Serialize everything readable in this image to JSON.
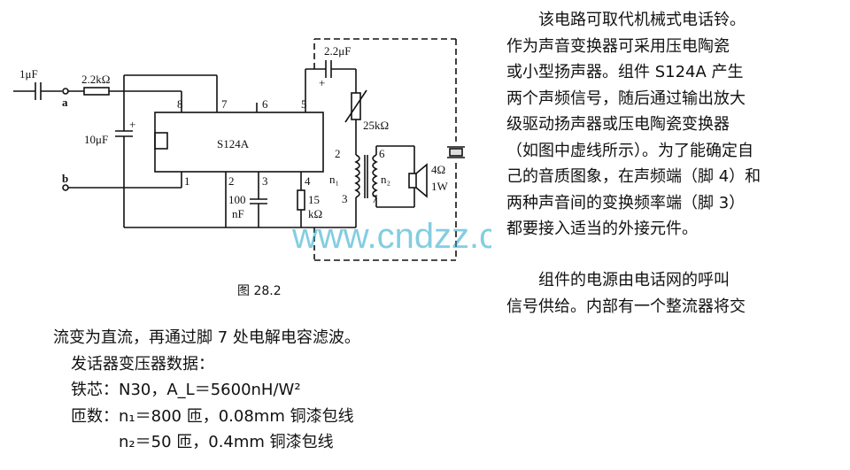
{
  "figure": {
    "caption": "图 28.2",
    "watermark": "www.cndzz.com",
    "labels": {
      "c_in": "1μF",
      "r_in": "2.2kΩ",
      "node_a": "a",
      "node_b": "b",
      "c_10": "10μF",
      "c_22": "2.2μF",
      "ic": "S124A",
      "pin1": "1",
      "pin2": "2",
      "pin3": "3",
      "pin4": "4",
      "pin5": "5",
      "pin6": "6",
      "pin7": "7",
      "pin8": "8",
      "pot": "25kΩ",
      "c_100": "100",
      "c_100_unit": "nF",
      "r_15": "15",
      "r_15_unit": "kΩ",
      "t2": "2",
      "t6": "6",
      "t3": "3",
      "t7": "7",
      "n1": "n₁",
      "n2": "n₂",
      "spk": "4Ω",
      "spk_w": "1W"
    }
  },
  "text": {
    "right": [
      "该电路可取代机械式电话铃。",
      "作为声音变换器可采用压电陶瓷",
      "或小型扬声器。组件 S124A 产生",
      "两个声频信号，随后通过输出放大",
      "级驱动扬声器或压电陶瓷变换器",
      "（如图中虚线所示）。为了能确定自",
      "己的音质图象，在声频端（脚 4）和",
      "两种声音间的变换频率端（脚 3）",
      "都要接入适当的外接元件。"
    ],
    "right2": [
      "组件的电源由电话网的呼叫",
      "信号供给。内部有一个整流器将交"
    ],
    "left": [
      "流变为直流，再通过脚 7 处电解电容滤波。",
      "发话器变压器数据：",
      "铁芯：N30，A_L＝5600nH/W²",
      "匝数：n₁＝800 匝，0.08mm 铜漆包线",
      "n₂＝50 匝，0.4mm 铜漆包线"
    ]
  }
}
